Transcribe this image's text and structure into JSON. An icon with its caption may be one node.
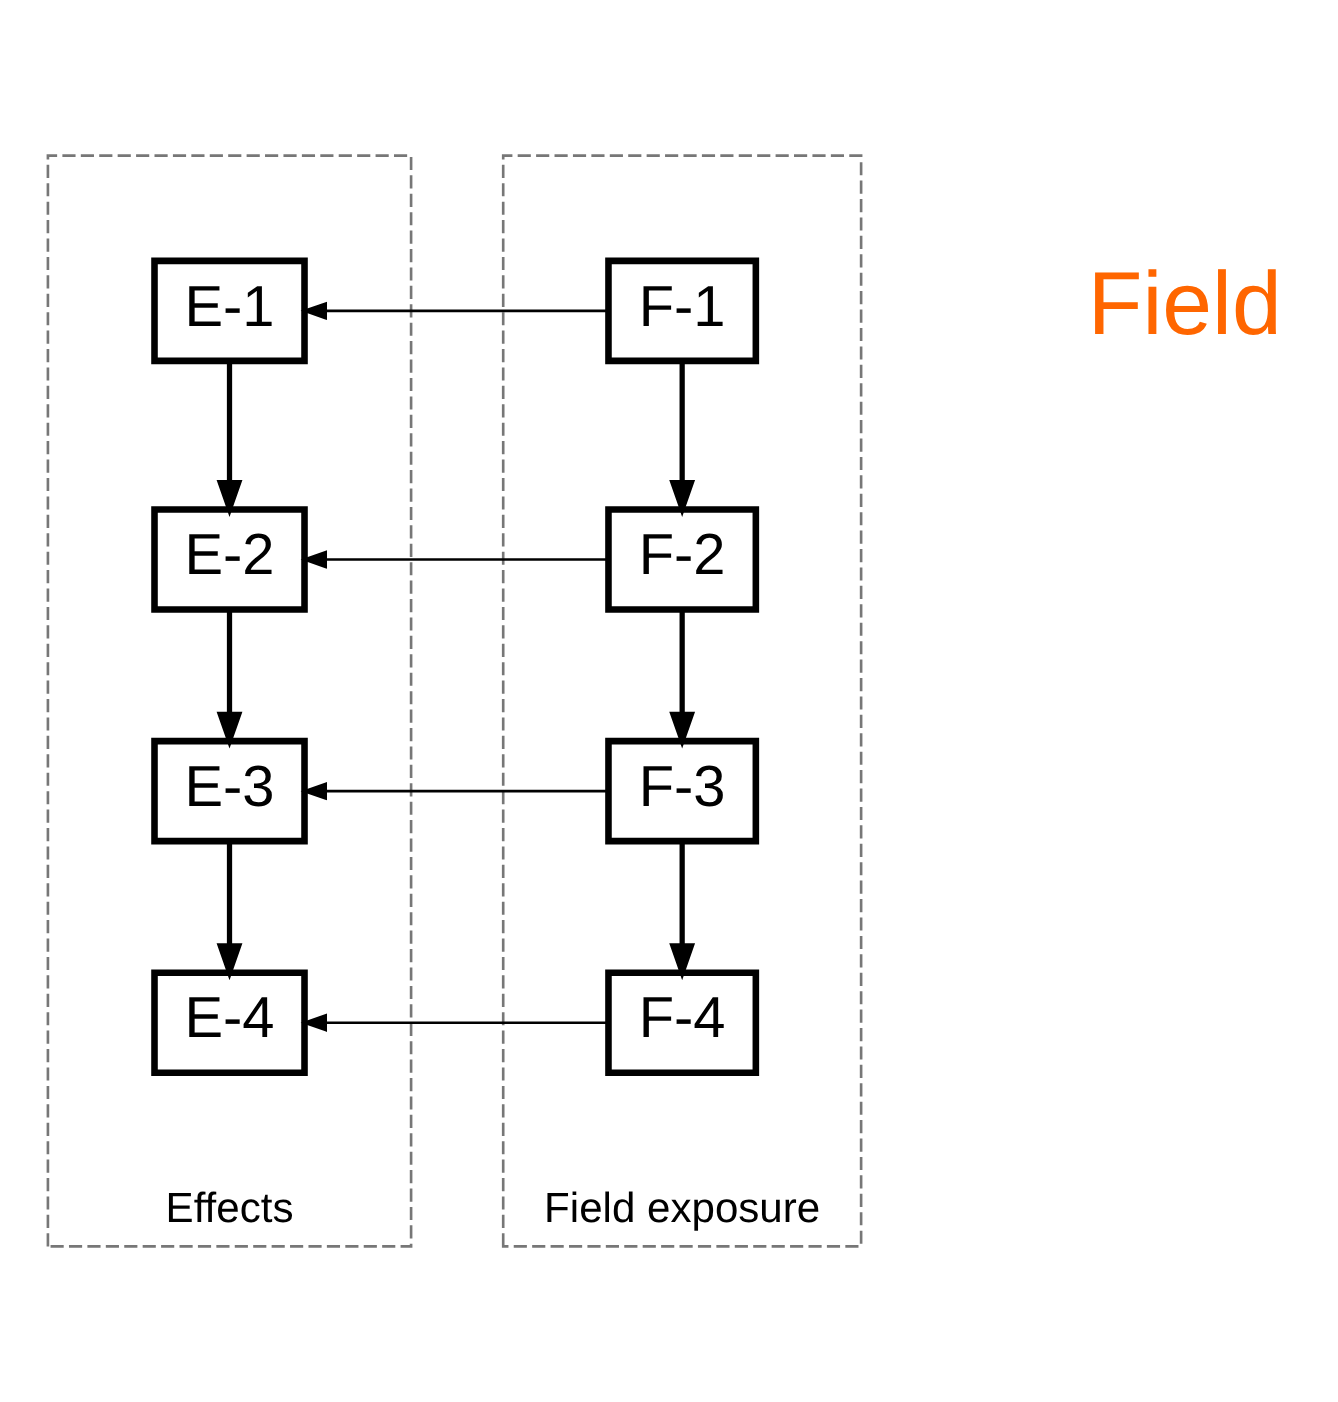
{
  "diagram": {
    "nodes": [
      {
        "text": [
          "Effects"
        ]
      },
      {
        "text": [
          "E-1"
        ],
        "in": 0
      },
      {
        "text": [
          "E-2"
        ],
        "in": 0
      },
      {
        "text": [
          "E-3"
        ],
        "in": 0
      },
      {
        "text": [
          "E-4"
        ],
        "in": 0
      },
      {
        "text": [
          "Field exposure"
        ]
      },
      {
        "text": [
          "F-1"
        ],
        "in": 5
      },
      {
        "text": [
          "F-2"
        ],
        "in": 5
      },
      {
        "text": [
          "F-3"
        ],
        "in": 5
      },
      {
        "text": [
          "F-4"
        ],
        "in": 5
      }
    ],
    "edges": [
      {
        "from": 1,
        "to": 2,
        "arrow": "to"
      },
      {
        "from": 2,
        "to": 3,
        "arrow": "to"
      },
      {
        "from": 3,
        "to": 4,
        "arrow": "to"
      },
      {
        "from": 6,
        "to": 7,
        "arrow": "to"
      },
      {
        "from": 7,
        "to": 8,
        "arrow": "to"
      },
      {
        "from": 8,
        "to": 9,
        "arrow": "to"
      },
      {
        "from": 6,
        "to": 1,
        "arrow": "to"
      },
      {
        "from": 7,
        "to": 2,
        "arrow": "to"
      },
      {
        "from": 8,
        "to": 3,
        "arrow": "to"
      },
      {
        "from": 9,
        "to": 4,
        "arrow": "to"
      }
    ],
    "labels": [
      "Field"
    ]
  }
}
